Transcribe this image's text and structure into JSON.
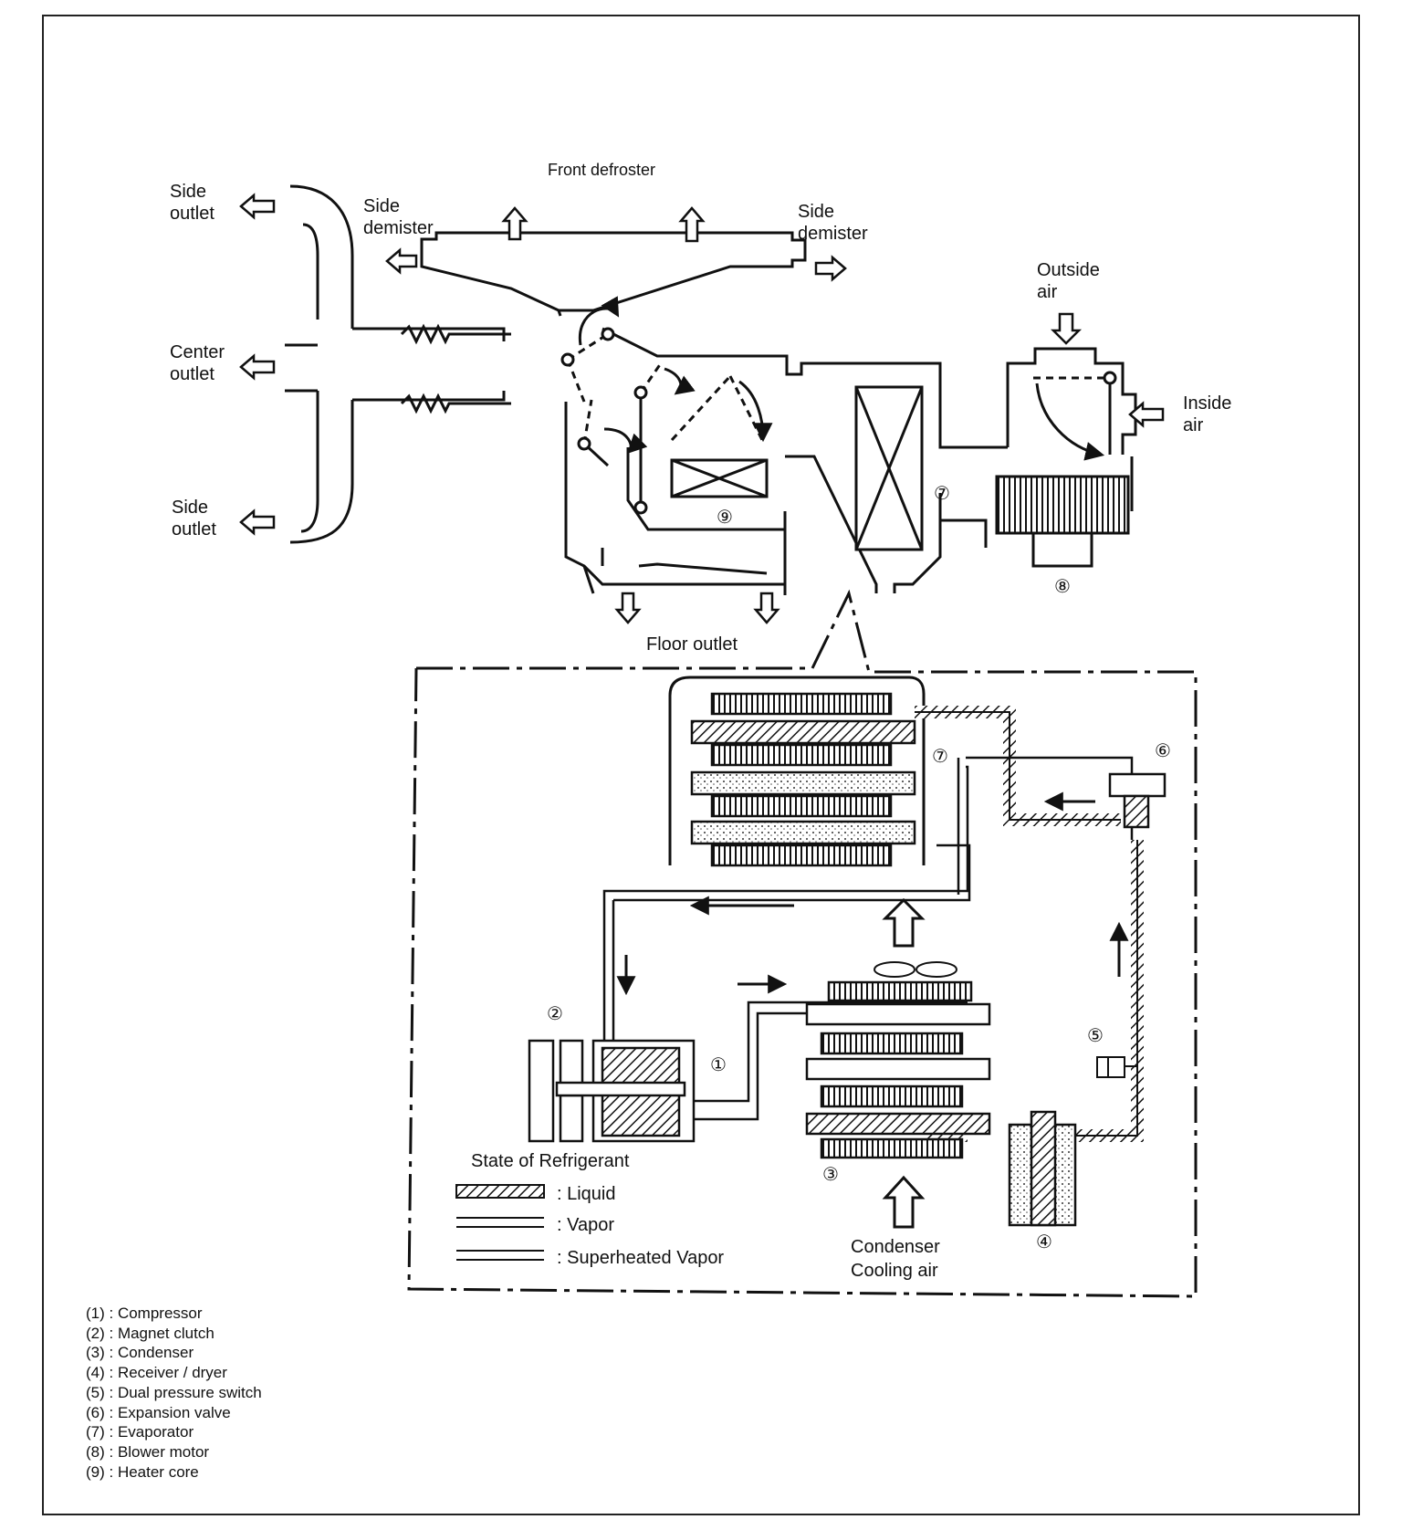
{
  "labels": {
    "side_outlet_top": [
      "Side",
      "outlet"
    ],
    "side_demister_left": [
      "Side",
      "demister"
    ],
    "front_defroster": "Front defroster",
    "side_demister_right": [
      "Side",
      "demister"
    ],
    "outside_air": [
      "Outside",
      "air"
    ],
    "center_outlet": [
      "Center",
      "outlet"
    ],
    "inside_air": [
      "Inside",
      "air"
    ],
    "side_outlet_bottom": [
      "Side",
      "outlet"
    ],
    "floor_outlet": "Floor outlet",
    "condenser_cooling_air": [
      "Condenser",
      "Cooling air"
    ]
  },
  "markers": {
    "m1": "①",
    "m2": "②",
    "m3": "③",
    "m4": "④",
    "m5": "⑤",
    "m6": "⑥",
    "m7": "⑦",
    "m8": "⑧",
    "m9": "⑨"
  },
  "refrigerant_legend": {
    "title": "State of Refrigerant",
    "liquid": ": Liquid",
    "vapor": ": Vapor",
    "superheated": ": Superheated Vapor"
  },
  "component_list": [
    "(1) : Compressor",
    "(2) : Magnet clutch",
    "(3) : Condenser",
    "(4) : Receiver / dryer",
    "(5) : Dual pressure switch",
    "(6) : Expansion valve",
    "(7) : Evaporator",
    "(8) : Blower motor",
    "(9) : Heater core"
  ]
}
